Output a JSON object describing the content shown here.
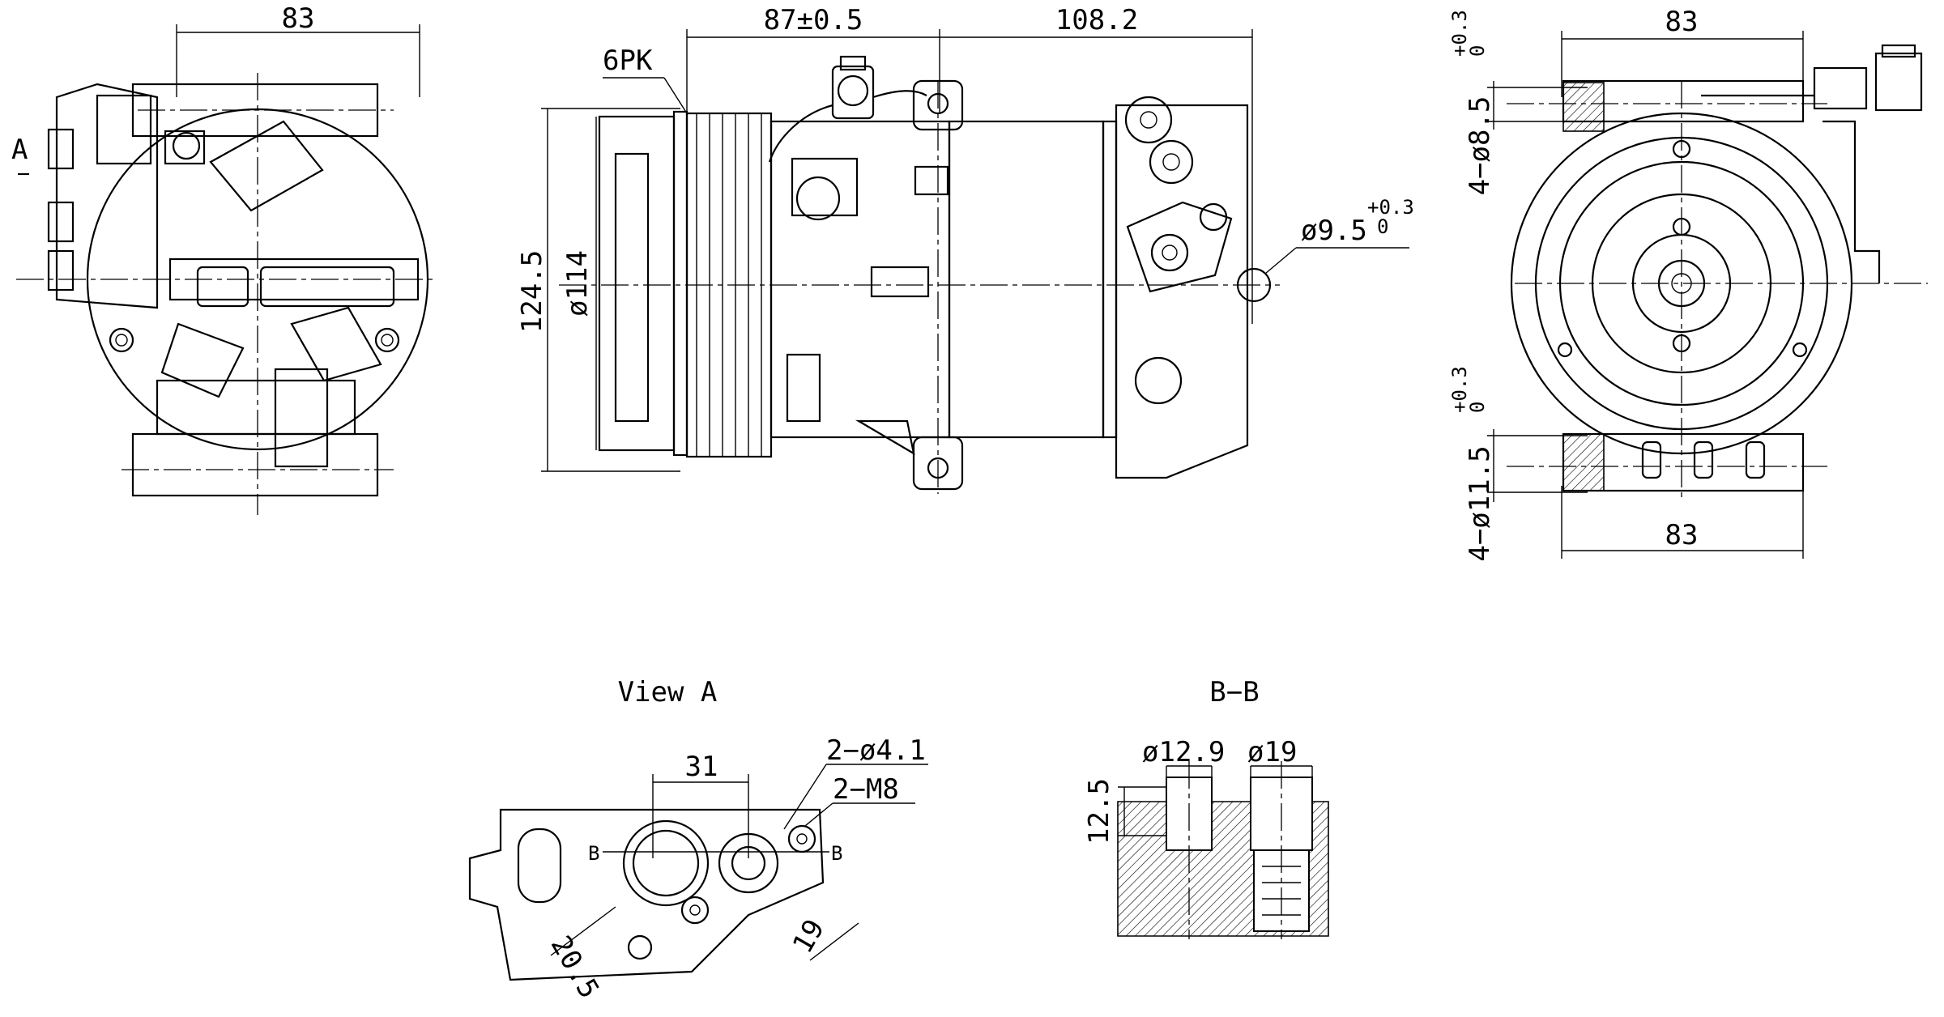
{
  "dims": {
    "left_width": "83",
    "side_view_a_marker": "A",
    "len_87": "87±0.5",
    "len_108": "108.2",
    "belt": "6PK",
    "height_124": "124.5",
    "pulley_dia": "ø114",
    "hole_dia": "ø9.5",
    "hole_tol_plus": "+0.3",
    "hole_tol_zero": "0",
    "right_width_top": "83",
    "right_width_bottom": "83",
    "mount_small": "4−ø8.5",
    "mount_small_tol_plus": "+0.3",
    "mount_small_tol_zero": "0",
    "mount_large": "4−ø11.5",
    "mount_large_tol_plus": "+0.3",
    "mount_large_tol_zero": "0"
  },
  "view_a": {
    "title": "View A",
    "spacing": "31",
    "holes": "2−ø4.1",
    "threads": "2−M8",
    "section_left": "B",
    "section_right": "B",
    "dim_20": "20.5",
    "dim_19": "19"
  },
  "section_bb": {
    "title": "B−B",
    "dia_small": "ø12.9",
    "dia_large": "ø19",
    "depth": "12.5"
  }
}
